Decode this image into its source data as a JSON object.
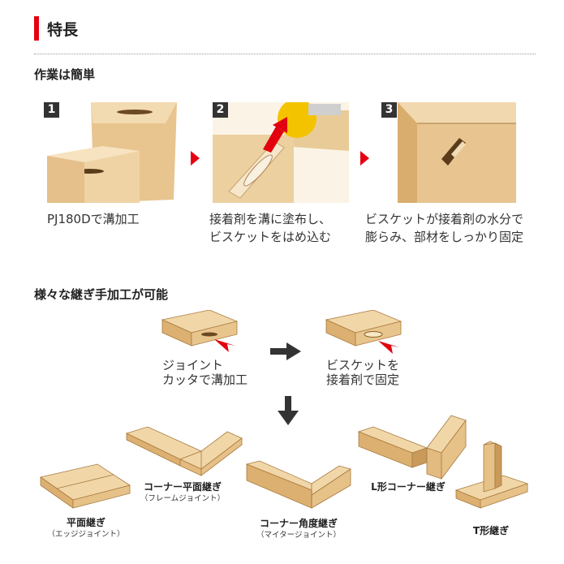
{
  "section": {
    "title": "特長"
  },
  "work_easy": {
    "heading": "作業は簡単",
    "steps": [
      {
        "number": "1",
        "caption_lines": [
          "PJ180Dで溝加工"
        ]
      },
      {
        "number": "2",
        "caption_lines": [
          "接着剤を溝に塗布し、",
          "ビスケットをはめ込む"
        ]
      },
      {
        "number": "3",
        "caption_lines": [
          "ビスケットが接着剤の水分で",
          "膨らみ、部材をしっかり固定"
        ]
      }
    ]
  },
  "joints": {
    "heading": "様々な継ぎ手加工が可能",
    "flow": [
      {
        "lines": [
          "ジョイント",
          "カッタで溝加工"
        ]
      },
      {
        "lines": [
          "ビスケットを",
          "接着剤で固定"
        ]
      }
    ],
    "types": [
      {
        "label": "平面継ぎ",
        "sub": "（エッジジョイント）"
      },
      {
        "label": "コーナー平面継ぎ",
        "sub": "（フレームジョイント）"
      },
      {
        "label": "コーナー角度継ぎ",
        "sub": "（マイタージョイント）"
      },
      {
        "label": "L形コーナー継ぎ",
        "sub": ""
      },
      {
        "label": "T形継ぎ",
        "sub": ""
      }
    ]
  },
  "colors": {
    "accent": "#e60012",
    "wood_light": "#efd3a5",
    "wood_mid": "#dfb577",
    "wood_dark": "#b98a4e",
    "badge": "#333333"
  }
}
